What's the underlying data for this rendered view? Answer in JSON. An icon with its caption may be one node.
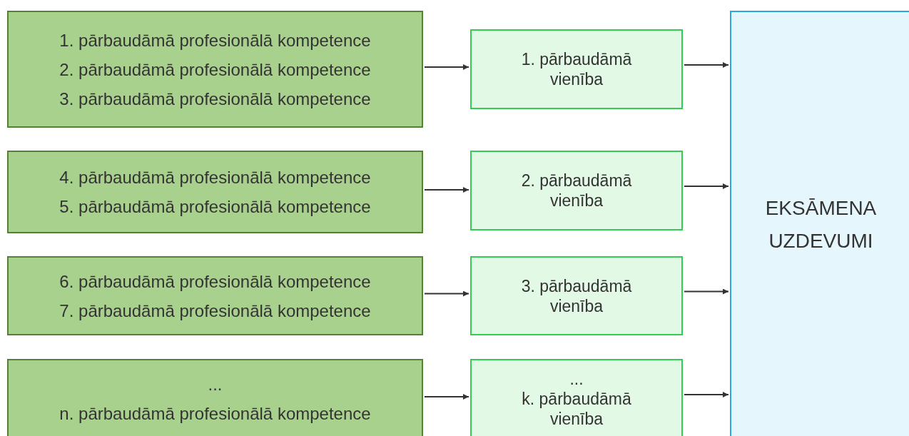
{
  "diagram": {
    "nodes": [
      {
        "text": [
          "1. pārbaudāmā profesionālā kompetence",
          "2. pārbaudāmā profesionālā kompetence",
          "3. pārbaudāmā profesionālā kompetence"
        ]
      },
      {
        "text": [
          "1. pārbaudāmā vienība"
        ]
      },
      {
        "text": [
          "4. pārbaudāmā profesionālā kompetence",
          "5. pārbaudāmā profesionālā kompetence"
        ]
      },
      {
        "text": [
          "2. pārbaudāmā vienība"
        ]
      },
      {
        "text": [
          "6. pārbaudāmā profesionālā kompetence",
          "7. pārbaudāmā profesionālā kompetence"
        ]
      },
      {
        "text": [
          "3. pārbaudāmā vienība"
        ]
      },
      {
        "text": [
          "...",
          "n. pārbaudāmā profesionālā kompetence"
        ]
      },
      {
        "text": [
          "...",
          "k. pārbaudāmā vienība"
        ]
      },
      {
        "text": [
          "EKSĀMENA UZDEVUMI"
        ]
      }
    ],
    "edges": [
      {
        "from": 0,
        "to": 1,
        "arrow": "to"
      },
      {
        "from": 2,
        "to": 3,
        "arrow": "to"
      },
      {
        "from": 4,
        "to": 5,
        "arrow": "to"
      },
      {
        "from": 6,
        "to": 7,
        "arrow": "to"
      },
      {
        "from": 1,
        "to": 8,
        "arrow": "to"
      },
      {
        "from": 3,
        "to": 8,
        "arrow": "to"
      },
      {
        "from": 5,
        "to": 8,
        "arrow": "to"
      },
      {
        "from": 7,
        "to": 8,
        "arrow": "to"
      }
    ]
  }
}
